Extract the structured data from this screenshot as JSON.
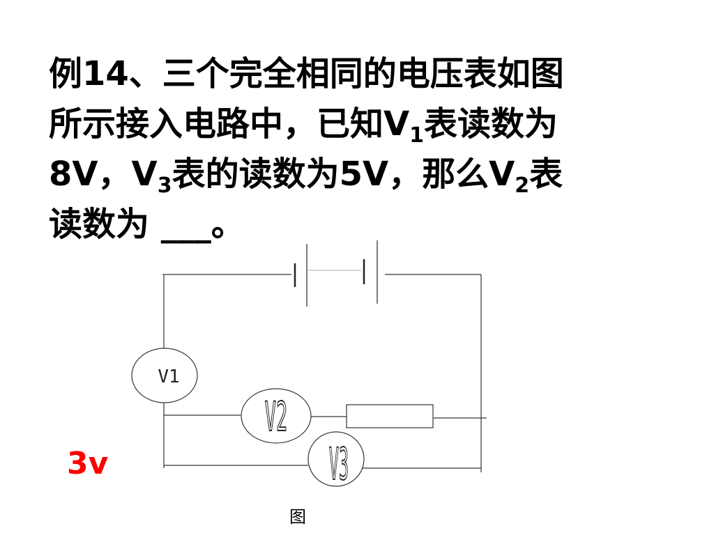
{
  "slide": {
    "question": {
      "line1": "例14、三个完全相同的电压表如图",
      "line2_a": "所示接入电路中，已知V",
      "line2_sub": "1",
      "line2_b": "表读数为",
      "line3_a": "8V，V",
      "line3_sub1": "3",
      "line3_b": "表的读数为5V，那么V",
      "line3_sub2": "2",
      "line3_c": "表",
      "line4": "读数为 ___。"
    },
    "answer": "3v",
    "caption": "图",
    "colors": {
      "text": "#000000",
      "answer": "#ff0000",
      "background": "#ffffff"
    }
  },
  "circuit": {
    "meters": [
      {
        "id": "V1",
        "label": "V1"
      },
      {
        "id": "V2",
        "label": "V2"
      },
      {
        "id": "V3",
        "label": "V3"
      }
    ],
    "components": [
      "battery",
      "resistor"
    ]
  }
}
